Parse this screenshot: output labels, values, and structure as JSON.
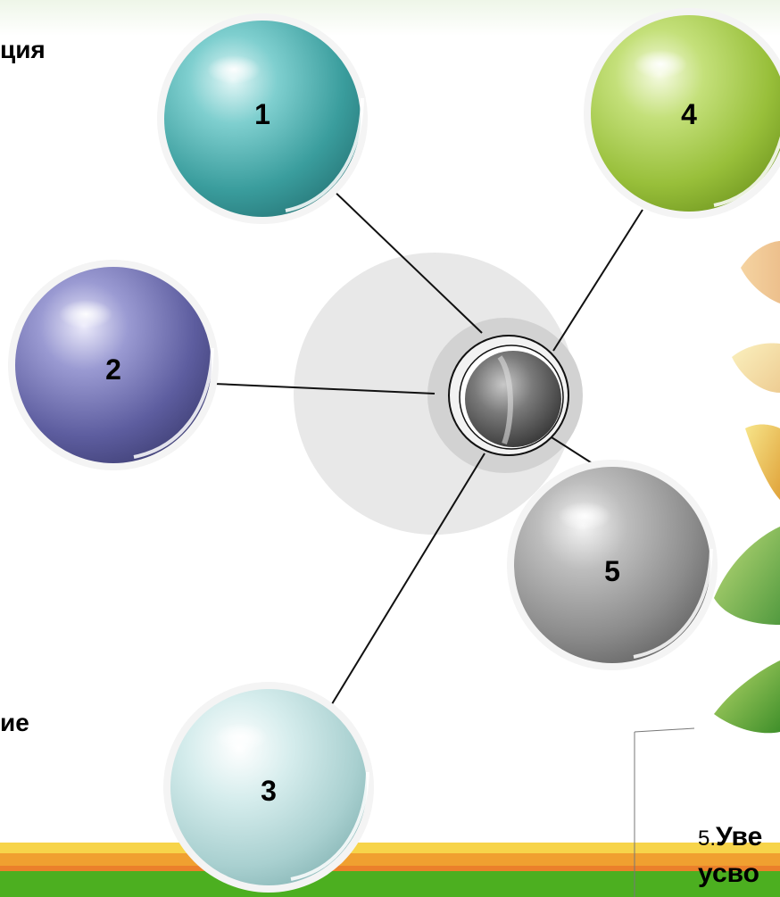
{
  "diagram": {
    "nodes": [
      {
        "id": "1",
        "label": "1",
        "color": "#4ab3b3"
      },
      {
        "id": "2",
        "label": "2",
        "color": "#6b6bb0"
      },
      {
        "id": "3",
        "label": "3",
        "color": "#b8dcdc"
      },
      {
        "id": "4",
        "label": "4",
        "color": "#a8cc4a"
      },
      {
        "id": "5",
        "label": "5",
        "color": "#9a9a9a"
      }
    ],
    "hub": {
      "color": "#5a5a5a"
    }
  },
  "text_fragments": {
    "top_left": "ция",
    "middle_left": "ие",
    "bottom_right_number": "5.",
    "bottom_right_line1": "Уве",
    "bottom_right_line2": "усво"
  },
  "colors": {
    "band_orange": "#f0a030",
    "band_green": "#4caf20",
    "band_yellow": "#f7d44a"
  }
}
